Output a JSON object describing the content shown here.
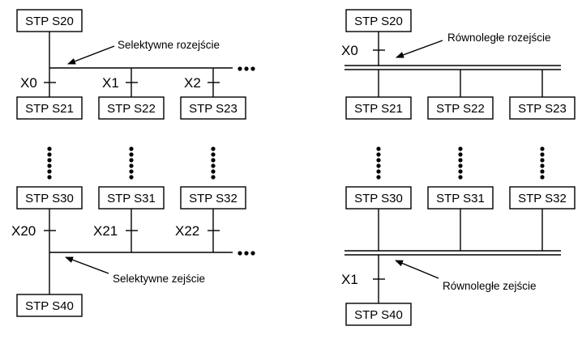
{
  "left": {
    "top_step": "STP S20",
    "branch_annotation": "Selektywne rozejście",
    "branch_conditions": [
      "X0",
      "X1",
      "X2"
    ],
    "branch_steps": [
      "STP S21",
      "STP S22",
      "STP S23"
    ],
    "end_steps": [
      "STP S30",
      "STP S31",
      "STP S32"
    ],
    "merge_conditions": [
      "X20",
      "X21",
      "X22"
    ],
    "merge_annotation": "Selektywne zejście",
    "bottom_step": "STP S40"
  },
  "right": {
    "top_step": "STP S20",
    "top_condition": "X0",
    "branch_annotation": "Równoległe rozejście",
    "branch_steps": [
      "STP S21",
      "STP S22",
      "STP S23"
    ],
    "end_steps": [
      "STP S30",
      "STP S31",
      "STP S32"
    ],
    "merge_annotation": "Równoległe zejście",
    "bottom_condition": "X1",
    "bottom_step": "STP S40"
  }
}
